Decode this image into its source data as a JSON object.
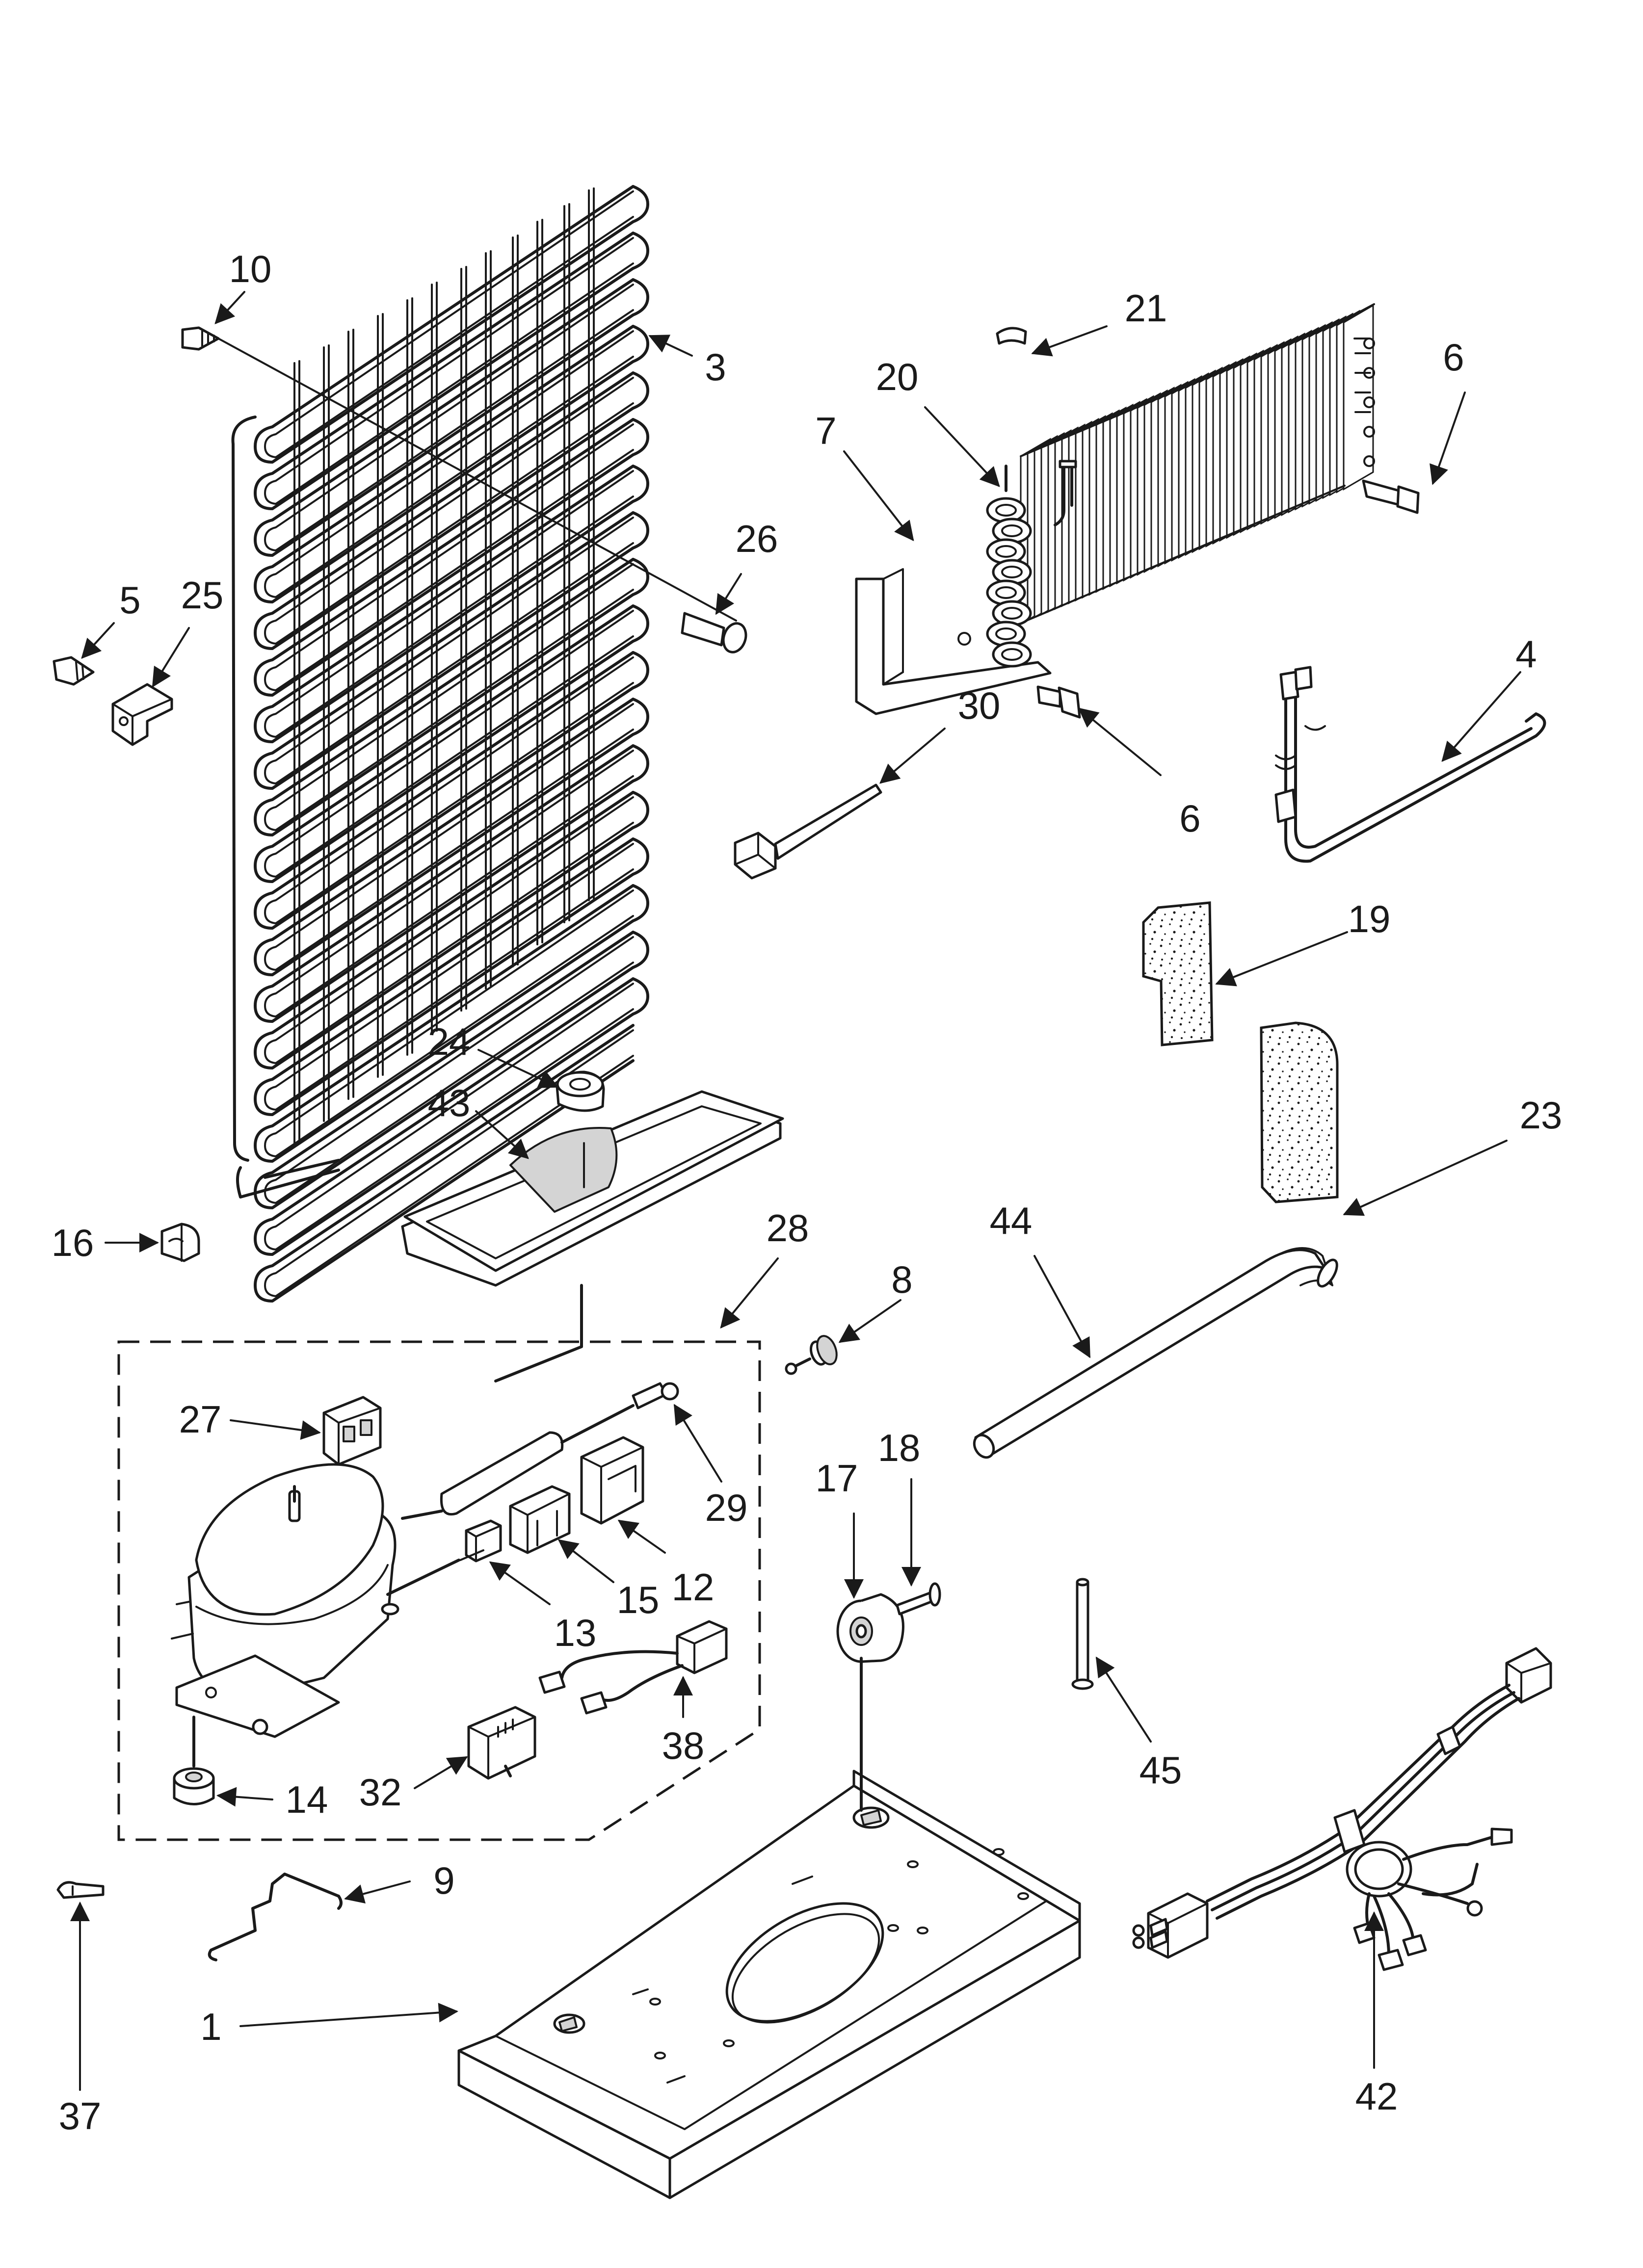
{
  "colors": {
    "ink": "#1a1a1a",
    "paper": "#ffffff",
    "shade": "#d4d4d4"
  },
  "callouts": [
    {
      "id": "c10",
      "text": "10"
    },
    {
      "id": "c3",
      "text": "3"
    },
    {
      "id": "c21",
      "text": "21"
    },
    {
      "id": "c6a",
      "text": "6"
    },
    {
      "id": "c20",
      "text": "20"
    },
    {
      "id": "c7",
      "text": "7"
    },
    {
      "id": "c26",
      "text": "26"
    },
    {
      "id": "c5",
      "text": "5"
    },
    {
      "id": "c25",
      "text": "25"
    },
    {
      "id": "c30",
      "text": "30"
    },
    {
      "id": "c4",
      "text": "4"
    },
    {
      "id": "c6b",
      "text": "6"
    },
    {
      "id": "c19",
      "text": "19"
    },
    {
      "id": "c24",
      "text": "24"
    },
    {
      "id": "c43",
      "text": "43"
    },
    {
      "id": "c23",
      "text": "23"
    },
    {
      "id": "c16",
      "text": "16"
    },
    {
      "id": "c28",
      "text": "28"
    },
    {
      "id": "c44",
      "text": "44"
    },
    {
      "id": "c8",
      "text": "8"
    },
    {
      "id": "c27",
      "text": "27"
    },
    {
      "id": "c29",
      "text": "29"
    },
    {
      "id": "c17",
      "text": "17"
    },
    {
      "id": "c18",
      "text": "18"
    },
    {
      "id": "c15",
      "text": "15"
    },
    {
      "id": "c12",
      "text": "12"
    },
    {
      "id": "c13",
      "text": "13"
    },
    {
      "id": "c38",
      "text": "38"
    },
    {
      "id": "c45",
      "text": "45"
    },
    {
      "id": "c14",
      "text": "14"
    },
    {
      "id": "c32",
      "text": "32"
    },
    {
      "id": "c9",
      "text": "9"
    },
    {
      "id": "c1",
      "text": "1"
    },
    {
      "id": "c37",
      "text": "37"
    },
    {
      "id": "c42",
      "text": "42"
    }
  ]
}
